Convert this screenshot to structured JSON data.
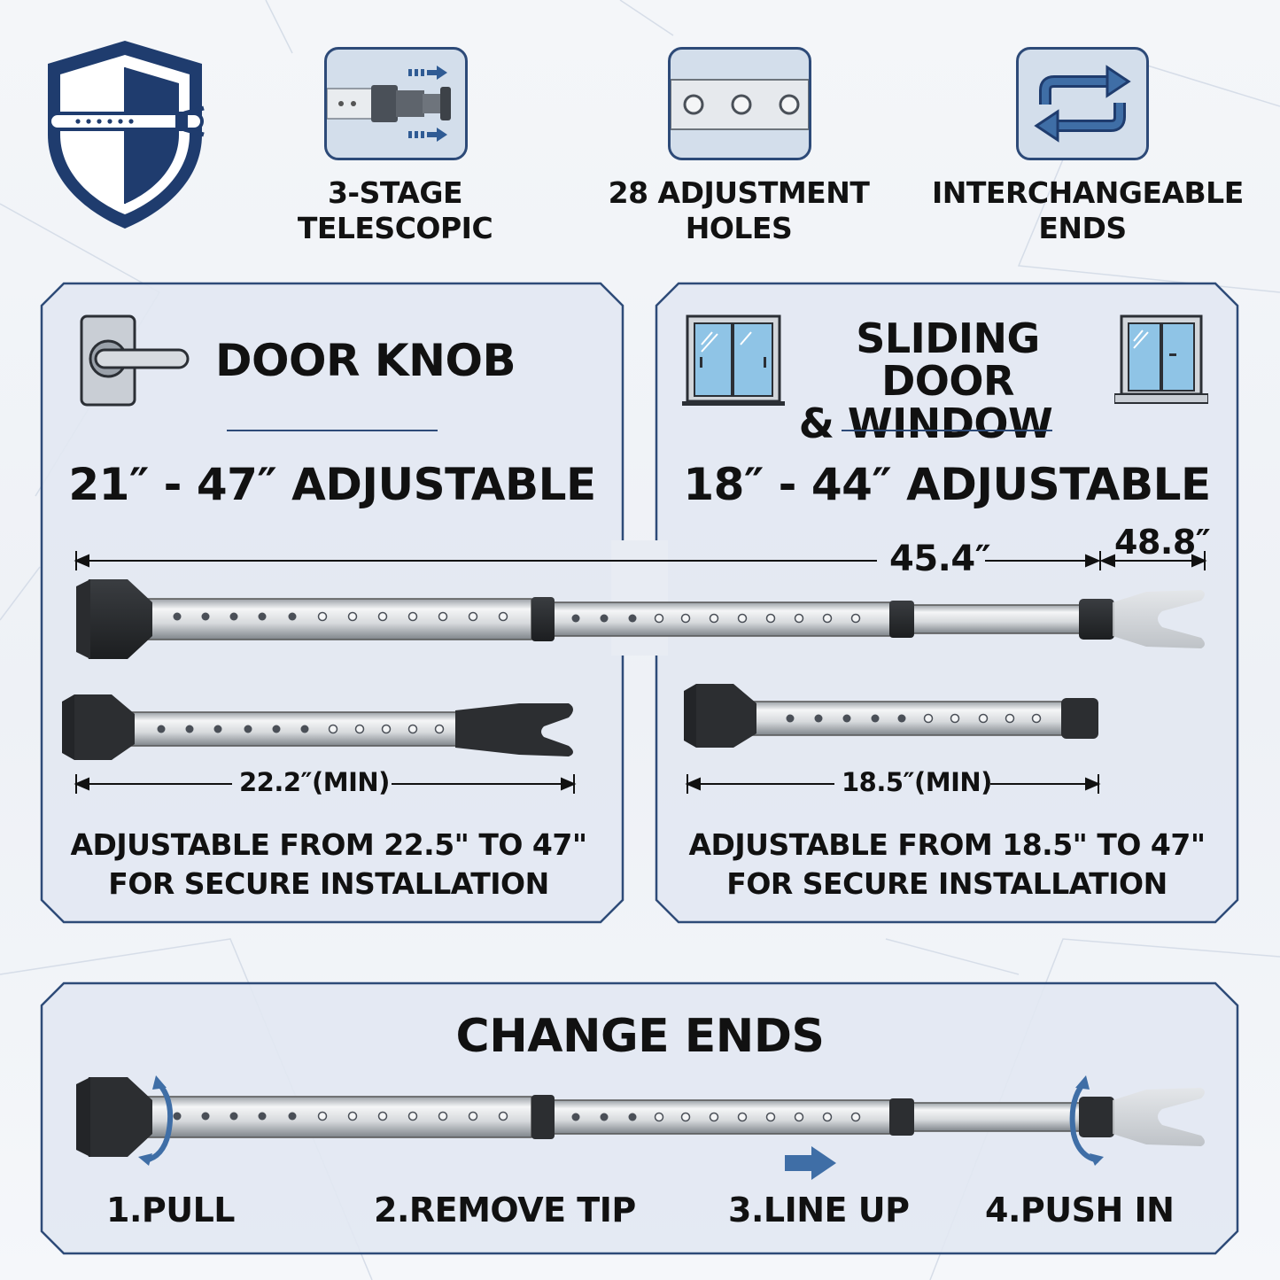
{
  "features": [
    {
      "icon": "telescopic-tube-icon",
      "line1": "3-STAGE",
      "line2": "TELESCOPIC"
    },
    {
      "icon": "adjustment-holes-icon",
      "line1": "28 ADJUSTMENT",
      "line2": "HOLES"
    },
    {
      "icon": "swap-arrows-icon",
      "line1": "INTERCHANGEABLE",
      "line2": "ENDS"
    }
  ],
  "door_knob": {
    "title": "DOOR KNOB",
    "range": "21″ - 47″ ADJUSTABLE",
    "min_label": "22.2″(MIN)",
    "note_line1": "ADJUSTABLE FROM 22.5\" TO 47\"",
    "note_line2": "FOR SECURE INSTALLATION"
  },
  "sliding": {
    "title_line1": "SLIDING DOOR",
    "title_line2": "& WINDOW",
    "range": "18″ - 44″ ADJUSTABLE",
    "min_label": "18.5″(MIN)",
    "note_line1": "ADJUSTABLE FROM 18.5\" TO 47\"",
    "note_line2": "FOR SECURE INSTALLATION"
  },
  "full_length": "45.4″",
  "full_length_with_tip": "48.8″",
  "change_ends": {
    "title": "CHANGE ENDS",
    "steps": [
      "1.PULL",
      "2.REMOVE TIP",
      "3.LINE UP",
      "4.PUSH IN"
    ]
  },
  "colors": {
    "navy": "#1f3c6e",
    "panel_border": "#2e4b78",
    "icon_bg": "#d3deeb",
    "accent_blue": "#3f6ea6"
  }
}
